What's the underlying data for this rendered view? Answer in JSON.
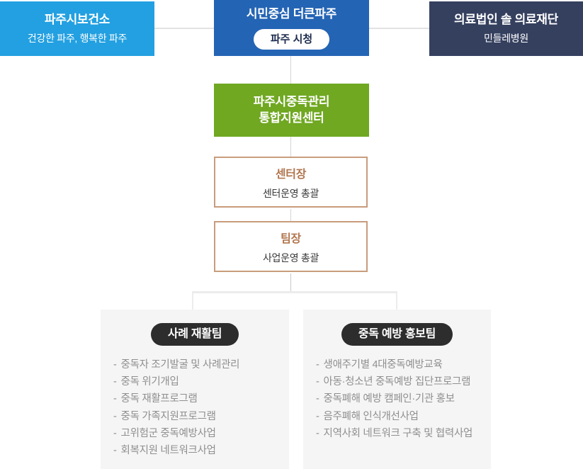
{
  "org_chart": {
    "top_row": [
      {
        "title": "파주시보건소",
        "subtitle": "건강한 파주, 행복한 파주",
        "bg_color": "#23a0e1"
      },
      {
        "title": "시민중심 더큰파주",
        "badge": "파주 시청",
        "bg_color": "#2464b4"
      },
      {
        "title": "의료법인 솔 의료재단",
        "subtitle": "민들레병원",
        "bg_color": "#35405f"
      }
    ],
    "center_org": {
      "line1": "파주시중독관리",
      "line2": "통합지원센터",
      "bg_color": "#70a822"
    },
    "roles": [
      {
        "title": "센터장",
        "subtitle": "센터운영 총괄"
      },
      {
        "title": "팀장",
        "subtitle": "사업운영 총괄"
      }
    ],
    "task_bullet": "-",
    "teams": [
      {
        "name": "사례 재활팀",
        "tasks": [
          "중독자 조기발굴 및 사례관리",
          "중독 위기개입",
          "중독 재활프로그램",
          "중독 가족지원프로그램",
          "고위험군 중독예방사업",
          "회복지원 네트워크사업"
        ]
      },
      {
        "name": "중독 예방 홍보팀",
        "tasks": [
          "생애주기별 4대중독예방교육",
          "아동·청소년 중독예방 집단프로그램",
          "중독폐해 예방 캠페인·기관 홍보",
          "음주폐해 인식개선사업",
          "지역사회 네트워크 구축 및 협력사업"
        ]
      }
    ],
    "colors": {
      "top_left_bg": "#23a0e1",
      "top_center_bg": "#2464b4",
      "top_right_bg": "#35405f",
      "center_org_bg": "#70a822",
      "role_title_text": "#b1764f",
      "role_border": "#c89c7c",
      "badge_text": "#1d2c4e",
      "team_pill_bg": "#2d2d2d",
      "panel_bg": "#f5f5f5",
      "task_text": "#8f8f8f",
      "connector_line": "#e2e2e2"
    }
  }
}
